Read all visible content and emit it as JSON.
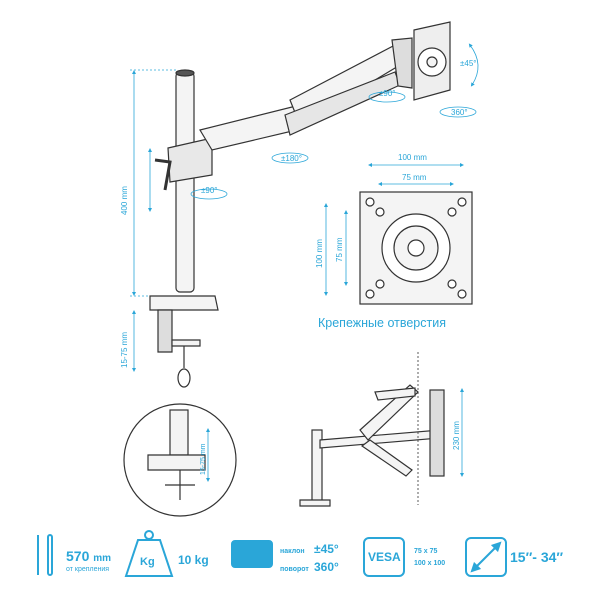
{
  "diagram": {
    "dimensions": {
      "pole_height": "400 mm",
      "clamp_range": "15-75 mm",
      "inset_clamp_range": "15-75 mm",
      "vesa_outer_h": "100 mm",
      "vesa_inner_h": "75 mm",
      "vesa_outer_v": "100 mm",
      "vesa_inner_v": "75 mm",
      "side_height": "230 mm"
    },
    "rotations": {
      "tilt": "±45°",
      "swivel_head": "±90°",
      "rotate": "360°",
      "arm": "±180°",
      "pole": "±90°"
    },
    "vesa_caption": "Крепежные отверстия"
  },
  "specs": {
    "reach_value": "570",
    "reach_unit": "mm",
    "reach_note": "от крепления",
    "weight_icon_label": "Kg",
    "weight": "10 kg",
    "tilt_label": "наклон",
    "tilt_value": "±45°",
    "rotate_label": "поворот",
    "rotate_value": "360°",
    "vesa_icon_label": "VESA",
    "vesa_1": "75 x 75",
    "vesa_2": "100 x 100",
    "screen_size": "15″- 34″"
  },
  "colors": {
    "accent": "#2aa6d8",
    "line": "#333333"
  }
}
